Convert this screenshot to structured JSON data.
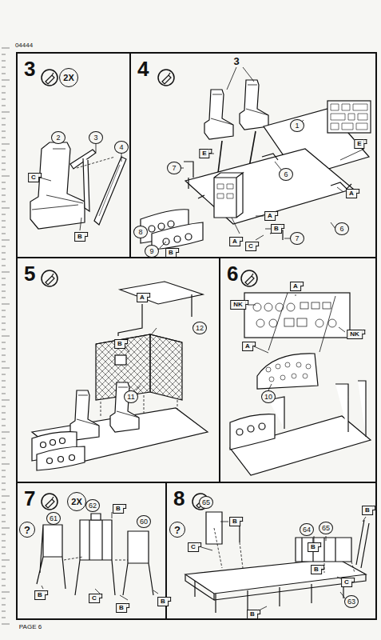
{
  "diagram": {
    "nodes": [
      {
        "text": [
          "3"
        ]
      },
      {
        "text": [
          "4"
        ]
      },
      {
        "text": [
          "5"
        ]
      },
      {
        "text": [
          "6"
        ]
      },
      {
        "text": [
          "7"
        ]
      },
      {
        "text": [
          "8"
        ]
      }
    ],
    "labels": [
      "04444",
      "PAGE 6",
      "2X",
      "2",
      "3",
      "4",
      "C",
      "B",
      "3",
      "1",
      "E",
      "E",
      "7",
      "6",
      "A",
      "8",
      "9",
      "B",
      "A",
      "A",
      "B",
      "C",
      "7",
      "6",
      "A",
      "12",
      "B",
      "11",
      "A",
      "NK",
      "NK",
      "A",
      "10",
      "2X",
      "?",
      "61",
      "62",
      "60",
      "B",
      "B",
      "C",
      "B",
      "B",
      "?",
      "65",
      "B",
      "C",
      "64",
      "65",
      "B",
      "B",
      "B",
      "C",
      "B",
      "63"
    ]
  }
}
